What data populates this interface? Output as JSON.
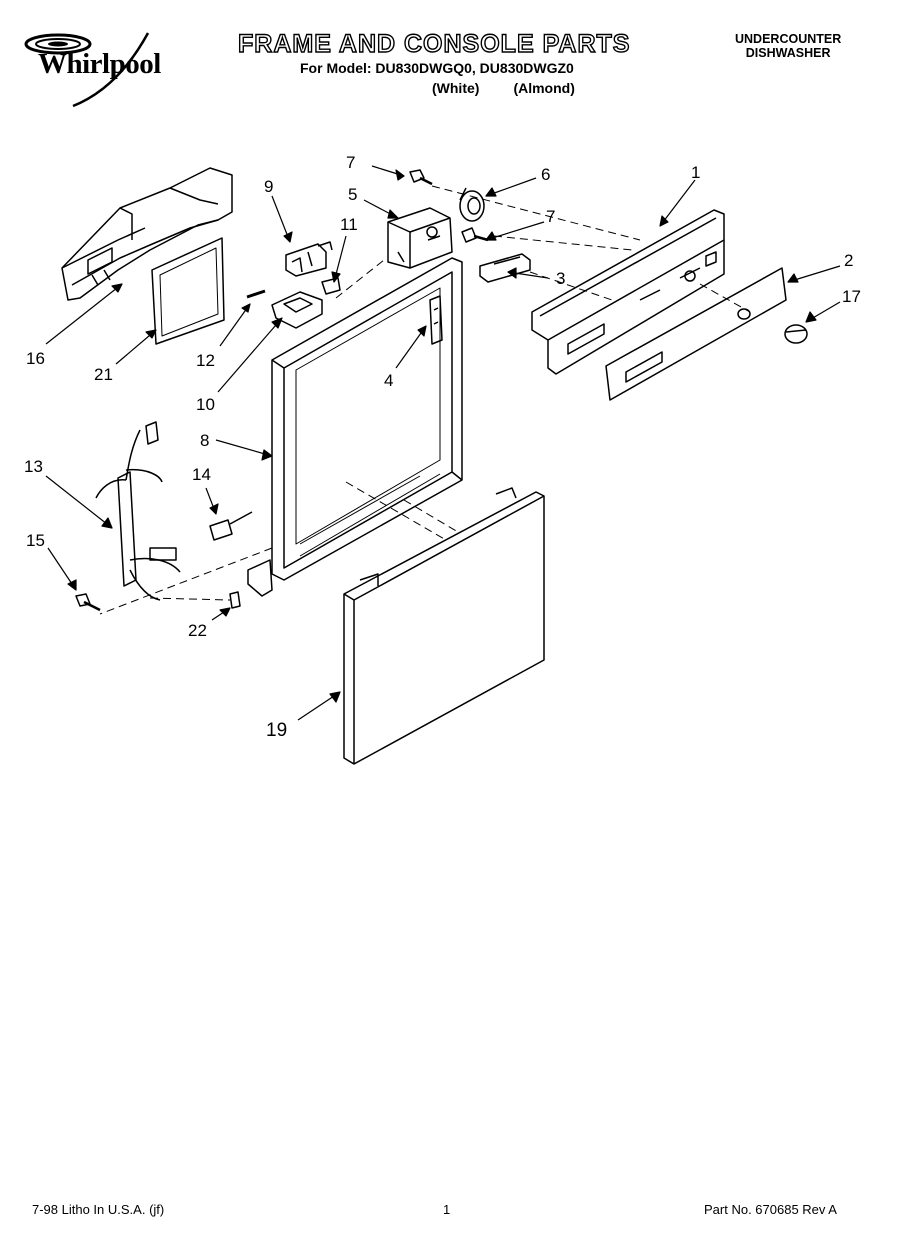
{
  "header": {
    "brand": "Whirlpool",
    "title": "FRAME AND CONSOLE PARTS",
    "models_line": "For Model: DU830DWGQ0, DU830DWGZ0",
    "variant_white": "(White)",
    "variant_almond": "(Almond)",
    "product_line1": "UNDERCOUNTER",
    "product_line2": "DISHWASHER"
  },
  "callouts": [
    {
      "id": "7a",
      "text": "7"
    },
    {
      "id": "6",
      "text": "6"
    },
    {
      "id": "1",
      "text": "1"
    },
    {
      "id": "9",
      "text": "9"
    },
    {
      "id": "5",
      "text": "5"
    },
    {
      "id": "7b",
      "text": "7"
    },
    {
      "id": "11",
      "text": "11"
    },
    {
      "id": "2",
      "text": "2"
    },
    {
      "id": "3",
      "text": "3"
    },
    {
      "id": "17",
      "text": "17"
    },
    {
      "id": "16",
      "text": "16"
    },
    {
      "id": "21",
      "text": "21"
    },
    {
      "id": "12",
      "text": "12"
    },
    {
      "id": "4",
      "text": "4"
    },
    {
      "id": "10",
      "text": "10"
    },
    {
      "id": "8",
      "text": "8"
    },
    {
      "id": "13",
      "text": "13"
    },
    {
      "id": "14",
      "text": "14"
    },
    {
      "id": "15",
      "text": "15"
    },
    {
      "id": "22",
      "text": "22"
    },
    {
      "id": "19",
      "text": "19"
    }
  ],
  "footer": {
    "print_info": "7-98 Litho In U.S.A. (jf)",
    "page_number": "1",
    "part_number": "Part No. 670685 Rev A"
  }
}
